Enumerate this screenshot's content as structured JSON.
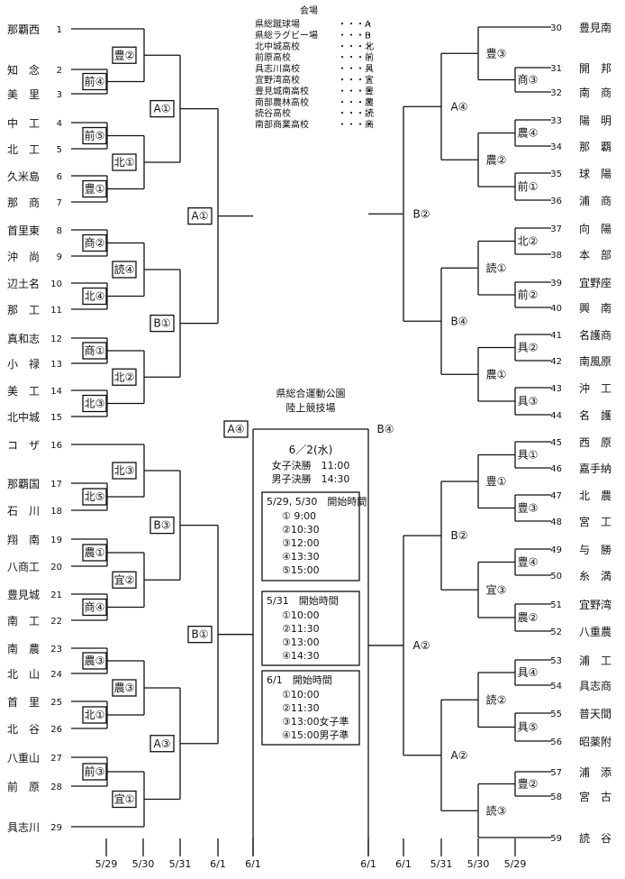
{
  "venues": {
    "title": "会場",
    "items": [
      {
        "name": "県総蹴球場",
        "code": "A"
      },
      {
        "name": "県総ラグビー場",
        "code": "B"
      },
      {
        "name": "北中城高校",
        "code": "北"
      },
      {
        "name": "前原高校",
        "code": "前"
      },
      {
        "name": "具志川高校",
        "code": "具"
      },
      {
        "name": "宜野湾高校",
        "code": "宜"
      },
      {
        "name": "豊見城南高校",
        "code": "豊"
      },
      {
        "name": "南部農林高校",
        "code": "農"
      },
      {
        "name": "読谷高校",
        "code": "読"
      },
      {
        "name": "南部商業高校",
        "code": "商"
      }
    ]
  },
  "left_teams": [
    {
      "num": "1",
      "name": "那覇西"
    },
    {
      "num": "2",
      "name": "知　念"
    },
    {
      "num": "3",
      "name": "美　里"
    },
    {
      "num": "4",
      "name": "中　工"
    },
    {
      "num": "5",
      "name": "北　工"
    },
    {
      "num": "6",
      "name": "久米島"
    },
    {
      "num": "7",
      "name": "那　商"
    },
    {
      "num": "8",
      "name": "首里東"
    },
    {
      "num": "9",
      "name": "沖　尚"
    },
    {
      "num": "10",
      "name": "辺土名"
    },
    {
      "num": "11",
      "name": "那　工"
    },
    {
      "num": "12",
      "name": "真和志"
    },
    {
      "num": "13",
      "name": "小　禄"
    },
    {
      "num": "14",
      "name": "美　工"
    },
    {
      "num": "15",
      "name": "北中城"
    },
    {
      "num": "16",
      "name": "コ　ザ"
    },
    {
      "num": "17",
      "name": "那覇国"
    },
    {
      "num": "18",
      "name": "石　川"
    },
    {
      "num": "19",
      "name": "翔　南"
    },
    {
      "num": "20",
      "name": "八商工"
    },
    {
      "num": "21",
      "name": "豊見城"
    },
    {
      "num": "22",
      "name": "南　工"
    },
    {
      "num": "23",
      "name": "南　農"
    },
    {
      "num": "24",
      "name": "北　山"
    },
    {
      "num": "25",
      "name": "首　里"
    },
    {
      "num": "26",
      "name": "北　谷"
    },
    {
      "num": "27",
      "name": "八重山"
    },
    {
      "num": "28",
      "name": "前　原"
    },
    {
      "num": "29",
      "name": "具志川"
    }
  ],
  "right_teams": [
    {
      "num": "30",
      "name": "豊見南"
    },
    {
      "num": "31",
      "name": "開　邦"
    },
    {
      "num": "32",
      "name": "南　商"
    },
    {
      "num": "33",
      "name": "陽　明"
    },
    {
      "num": "34",
      "name": "那　覇"
    },
    {
      "num": "35",
      "name": "球　陽"
    },
    {
      "num": "36",
      "name": "浦　商"
    },
    {
      "num": "37",
      "name": "向　陽"
    },
    {
      "num": "38",
      "name": "本　部"
    },
    {
      "num": "39",
      "name": "宜野座"
    },
    {
      "num": "40",
      "name": "興　南"
    },
    {
      "num": "41",
      "name": "名護商"
    },
    {
      "num": "42",
      "name": "南風原"
    },
    {
      "num": "43",
      "name": "沖　工"
    },
    {
      "num": "44",
      "name": "名　護"
    },
    {
      "num": "45",
      "name": "西　原"
    },
    {
      "num": "46",
      "name": "嘉手納"
    },
    {
      "num": "47",
      "name": "北　農"
    },
    {
      "num": "48",
      "name": "宮　工"
    },
    {
      "num": "49",
      "name": "与　勝"
    },
    {
      "num": "50",
      "name": "糸　満"
    },
    {
      "num": "51",
      "name": "宜野湾"
    },
    {
      "num": "52",
      "name": "八重農"
    },
    {
      "num": "53",
      "name": "浦　工"
    },
    {
      "num": "54",
      "name": "具志商"
    },
    {
      "num": "55",
      "name": "普天間"
    },
    {
      "num": "56",
      "name": "昭薬附"
    },
    {
      "num": "57",
      "name": "浦　添"
    },
    {
      "num": "58",
      "name": "宮　古"
    },
    {
      "num": "59",
      "name": "読　谷"
    }
  ],
  "left_round_labels": {
    "r1": [
      "前④",
      "前⑤",
      "豊①",
      "商②",
      "北④",
      "商①",
      "北③",
      "北⑤",
      "農①",
      "商④",
      "農③",
      "北①",
      "前③"
    ],
    "r2": [
      "豊②",
      "北①",
      "読④",
      "北②",
      "北③",
      "宜②",
      "農③",
      "宜①"
    ],
    "r3": [
      "A①",
      "B①",
      "B③",
      "A③"
    ],
    "r4": [
      "A①",
      "B①"
    ],
    "semi": "A④"
  },
  "right_round_labels": {
    "r1": [
      "商③",
      "農④",
      "前①",
      "北②",
      "前②",
      "具②",
      "具③",
      "具①",
      "豊③",
      "豊④",
      "農②",
      "具④",
      "具⑤",
      "豊②"
    ],
    "r2": [
      "豊③",
      "農②",
      "読①",
      "農①",
      "豊①",
      "宜③",
      "読②",
      "読③"
    ],
    "r3": [
      "A④",
      "B④",
      "B②",
      "A②"
    ],
    "r4": [
      "B②",
      "A②"
    ],
    "semi": "B④"
  },
  "dates": {
    "left": [
      "5/29",
      "5/30",
      "5/31",
      "6/1",
      "6/1"
    ],
    "right": [
      "6/1",
      "6/1",
      "5/31",
      "5/30",
      "5/29"
    ]
  },
  "final_info": {
    "venue_line1": "県総合運動公園",
    "venue_line2": "陸上競技場",
    "date": "6／2(水)",
    "women": "女子決勝　11:00",
    "men": "男子決勝　14:30"
  },
  "schedules": [
    {
      "title": "5/29, 5/30　開始時間",
      "times": [
        "①  9:00",
        "②10:30",
        "③12:00",
        "④13:30",
        "⑤15:00"
      ]
    },
    {
      "title": "5/31　開始時間",
      "times": [
        "①10:00",
        "②11:30",
        "③13:00",
        "④14:30"
      ]
    },
    {
      "title": "6/1　開始時間",
      "times": [
        "①10:00",
        "②11:30",
        "③13:00女子準",
        "④15:00男子準"
      ]
    }
  ]
}
